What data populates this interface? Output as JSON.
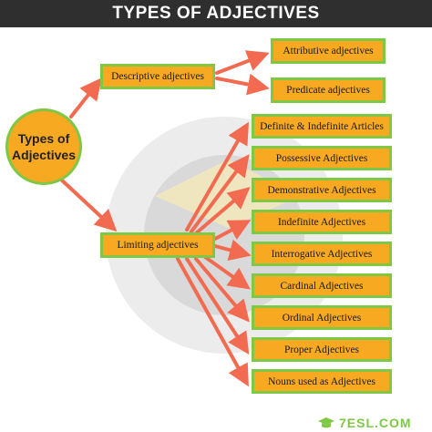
{
  "title": "TYPES OF ADJECTIVES",
  "root": {
    "line1": "Types of",
    "line2": "Adjectives"
  },
  "descriptive": {
    "label": "Descriptive adjectives",
    "children": [
      "Attributive adjectives",
      "Predicate adjectives"
    ]
  },
  "limiting": {
    "label": "Limiting adjectives",
    "children": [
      "Definite & Indefinite Articles",
      "Possessive Adjectives",
      "Demonstrative Adjectives",
      "Indefinite Adjectives",
      "Interrogative Adjectives",
      "Cardinal Adjectives",
      "Ordinal Adjectives",
      "Proper Adjectives",
      "Nouns used as Adjectives"
    ]
  },
  "footer": {
    "logo_icon": "graduation-cap-icon",
    "text": "7ESL.COM"
  },
  "colors": {
    "box": "#f7a922",
    "border": "#7ec845",
    "arrow": "#f26b50",
    "title_bg": "#2f2f2f"
  }
}
